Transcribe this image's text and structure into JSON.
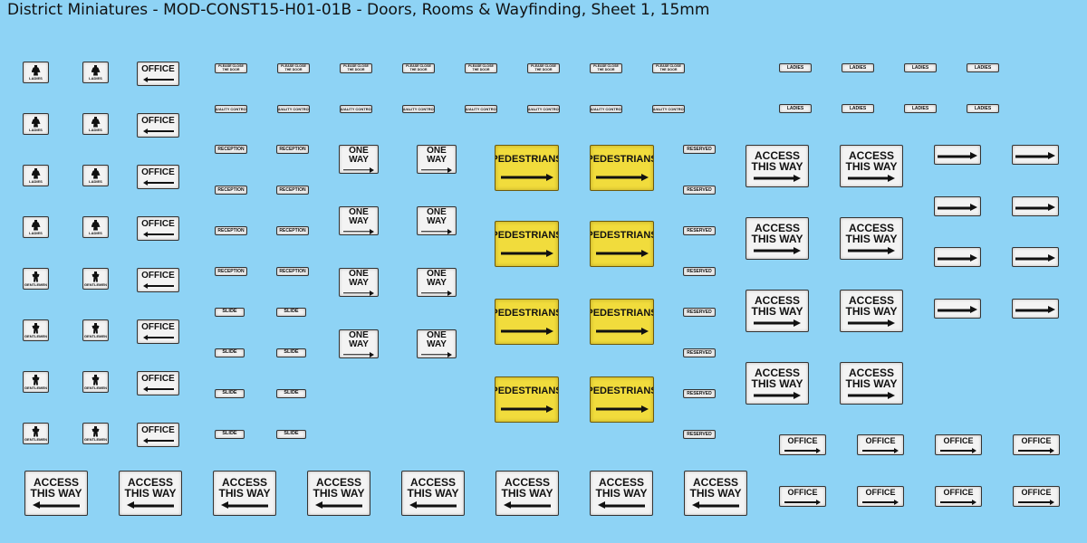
{
  "title": "District Miniatures - MOD-CONST15-H01-01B - Doors, Rooms & Wayfinding, Sheet 1, 15mm",
  "labels": {
    "ladies": "LADIES",
    "gentlemen": "GENTLEMEN",
    "office": "OFFICE",
    "please_close": "PLEASE CLOSE THE DOOR",
    "quality": "QUALITY CONTROL",
    "reception": "RECEPTION",
    "slide": "SLIDE",
    "one": "ONE",
    "way": "WAY",
    "pedestrians": "PEDESTRIANS",
    "reserved": "RESERVED",
    "access": "ACCESS",
    "this_way": "THIS WAY"
  },
  "colors": {
    "background": "#8ed3f5",
    "sign_white": "#f3f3f3",
    "sign_yellow": "#f1dc3c",
    "ink": "#111111"
  }
}
